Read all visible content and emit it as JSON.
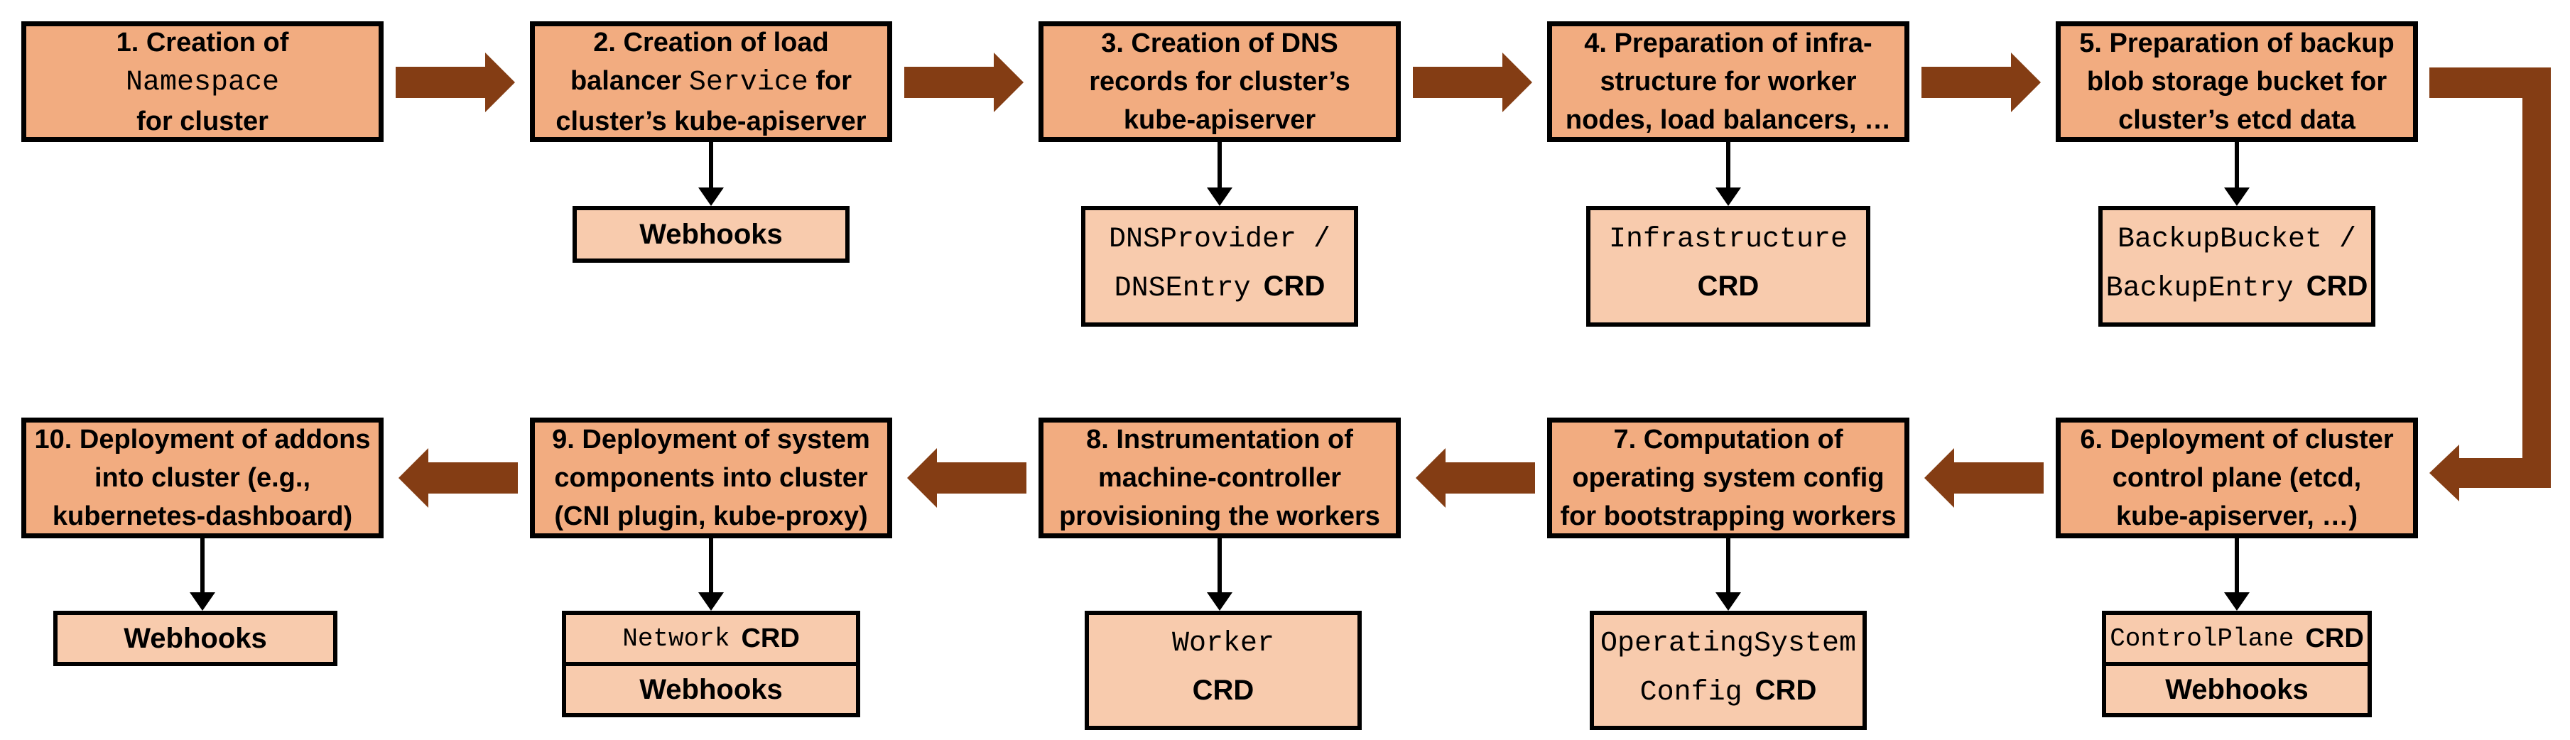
{
  "palette": {
    "main_box_fill": "#F2AC80",
    "sub_box_fill": "#F8CBAD",
    "arrow_brown": "#843D14",
    "border_black": "#000000",
    "background": "#FFFFFF"
  },
  "steps": [
    {
      "title": {
        "line1": {
          "pre": "1. Creation of"
        },
        "line2": {
          "mono": "Namespace"
        },
        "line3": {
          "pre": "for cluster"
        }
      },
      "sub": null
    },
    {
      "title": {
        "line1": {
          "pre": "2. Creation of load"
        },
        "line2": {
          "pre": "balancer ",
          "mono": "Service",
          "post": " for"
        },
        "line3": {
          "pre": "cluster’s kube-apiserver"
        }
      },
      "sub": {
        "kind": "small",
        "text": "Webhooks"
      }
    },
    {
      "title": {
        "line1": {
          "pre": "3. Creation of DNS"
        },
        "line2": {
          "pre": "records for cluster’s"
        },
        "line3": {
          "pre": "kube-apiserver"
        }
      },
      "sub": {
        "kind": "large",
        "line1": {
          "mono": "DNSProvider /"
        },
        "line2": {
          "mono": "DNSEntry",
          "bold": "CRD"
        }
      }
    },
    {
      "title": {
        "line1": {
          "pre": "4. Preparation of infra-"
        },
        "line2": {
          "pre": "structure for worker"
        },
        "line3": {
          "pre": "nodes, load balancers, …"
        }
      },
      "sub": {
        "kind": "large",
        "line1": {
          "mono": "Infrastructure"
        },
        "line2": {
          "bold": "CRD"
        }
      }
    },
    {
      "title": {
        "line1": {
          "pre": "5. Preparation of backup"
        },
        "line2": {
          "pre": "blob storage bucket for"
        },
        "line3": {
          "pre": "cluster’s etcd data"
        }
      },
      "sub": {
        "kind": "large",
        "line1": {
          "mono": "BackupBucket /"
        },
        "line2": {
          "mono": "BackupEntry",
          "bold": "CRD"
        }
      }
    },
    {
      "title": {
        "line1": {
          "pre": "6. Deployment of cluster"
        },
        "line2": {
          "pre": "control plane (etcd,"
        },
        "line3": {
          "pre": "kube-apiserver, …)"
        }
      },
      "sub": {
        "kind": "stacked",
        "cell1": {
          "mono": "ControlPlane",
          "bold": "CRD"
        },
        "cell2": {
          "text": "Webhooks"
        }
      }
    },
    {
      "title": {
        "line1": {
          "pre": "7. Computation of"
        },
        "line2": {
          "pre": "operating system config"
        },
        "line3": {
          "pre": "for bootstrapping workers"
        }
      },
      "sub": {
        "kind": "large",
        "line1": {
          "mono": "OperatingSystem"
        },
        "line2": {
          "mono": "Config",
          "bold": "CRD"
        }
      }
    },
    {
      "title": {
        "line1": {
          "pre": "8. Instrumentation of"
        },
        "line2": {
          "pre": "machine-controller"
        },
        "line3": {
          "pre": "provisioning the workers"
        }
      },
      "sub": {
        "kind": "large",
        "line1": {
          "mono": "Worker"
        },
        "line2": {
          "bold": "CRD"
        }
      }
    },
    {
      "title": {
        "line1": {
          "pre": "9. Deployment of system"
        },
        "line2": {
          "pre": "components into cluster"
        },
        "line3": {
          "pre": "(CNI plugin, kube-proxy)"
        }
      },
      "sub": {
        "kind": "stacked",
        "cell1": {
          "mono": "Network",
          "bold": "CRD"
        },
        "cell2": {
          "text": "Webhooks"
        }
      }
    },
    {
      "title": {
        "line1": {
          "pre": "10. Deployment of addons"
        },
        "line2": {
          "pre": "into cluster (e.g.,"
        },
        "line3": {
          "pre": "kubernetes-dashboard)"
        }
      },
      "sub": {
        "kind": "small",
        "text": "Webhooks"
      }
    }
  ]
}
